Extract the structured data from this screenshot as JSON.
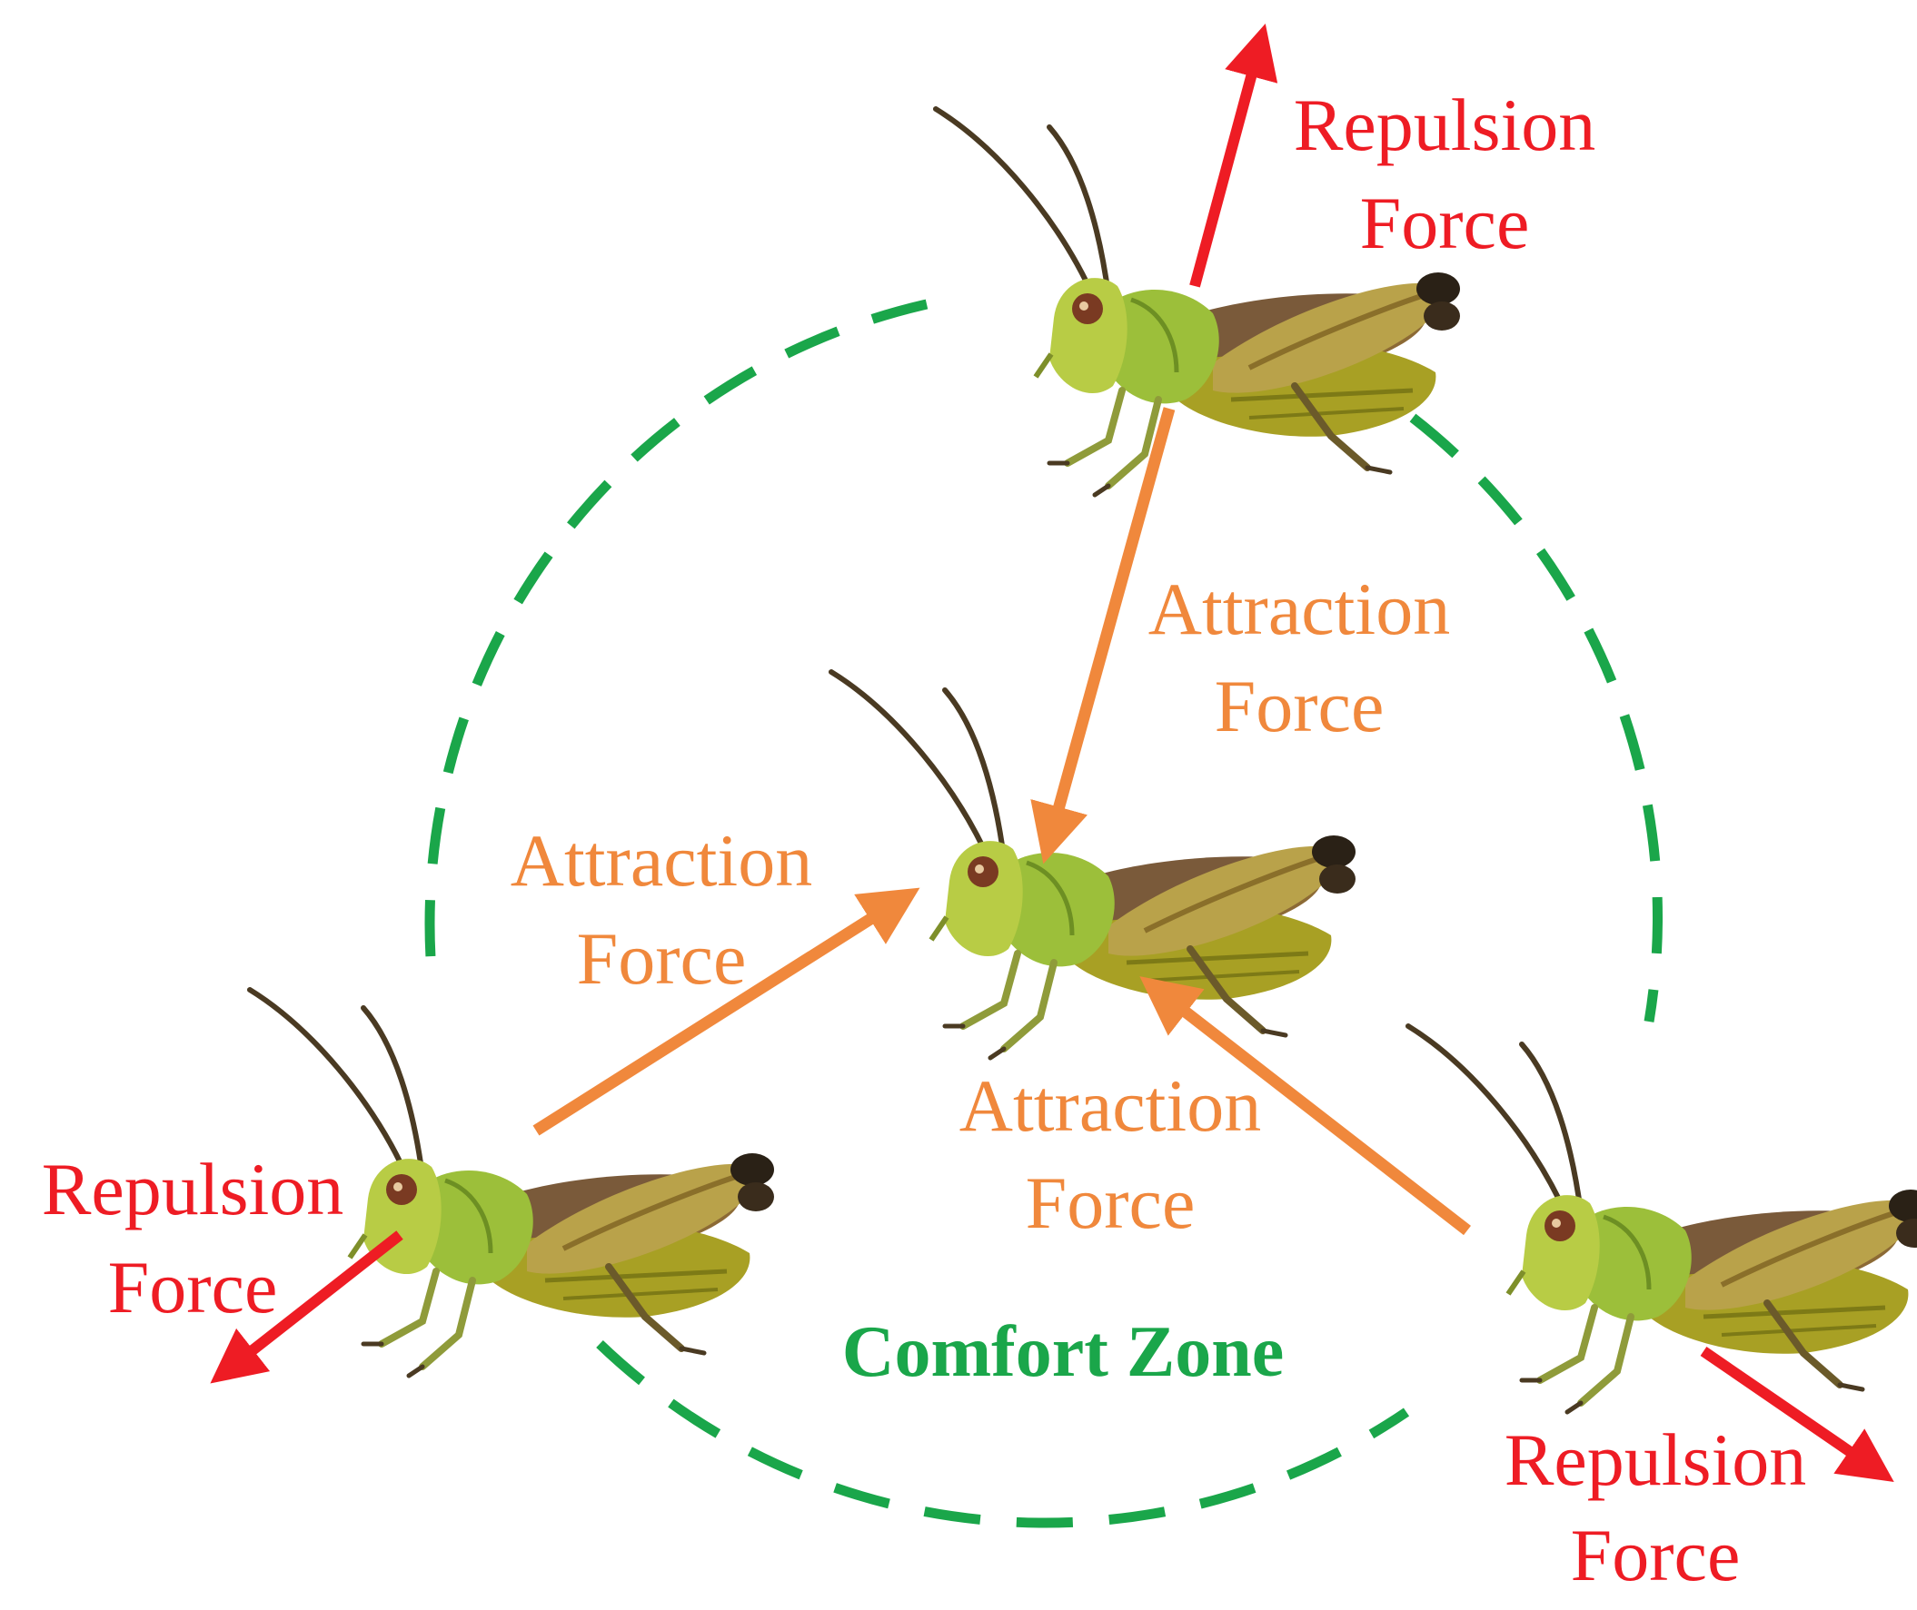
{
  "diagram": {
    "colors": {
      "repulsion": "#ee1c24",
      "attraction": "#f0883c",
      "comfort": "#1aa64a",
      "grasshopper_body": "#9cbf3a",
      "grasshopper_dark": "#5a4b2a"
    },
    "comfort_zone": {
      "label": "Comfort Zone"
    },
    "grasshoppers": [
      {
        "role": "center"
      },
      {
        "role": "top"
      },
      {
        "role": "bottom-left"
      },
      {
        "role": "bottom-right"
      }
    ],
    "forces": [
      {
        "type": "repulsion",
        "line1": "Repulsion",
        "line2": "Force",
        "from": "top"
      },
      {
        "type": "repulsion",
        "line1": "Repulsion",
        "line2": "Force",
        "from": "bottom-left"
      },
      {
        "type": "repulsion",
        "line1": "Repulsion",
        "line2": "Force",
        "from": "bottom-right"
      },
      {
        "type": "attraction",
        "line1": "Attraction",
        "line2": "Force",
        "from": "top",
        "to": "center"
      },
      {
        "type": "attraction",
        "line1": "Attraction",
        "line2": "Force",
        "from": "bottom-left",
        "to": "center"
      },
      {
        "type": "attraction",
        "line1": "Attraction",
        "line2": "Force",
        "from": "bottom-right",
        "to": "center"
      }
    ]
  }
}
